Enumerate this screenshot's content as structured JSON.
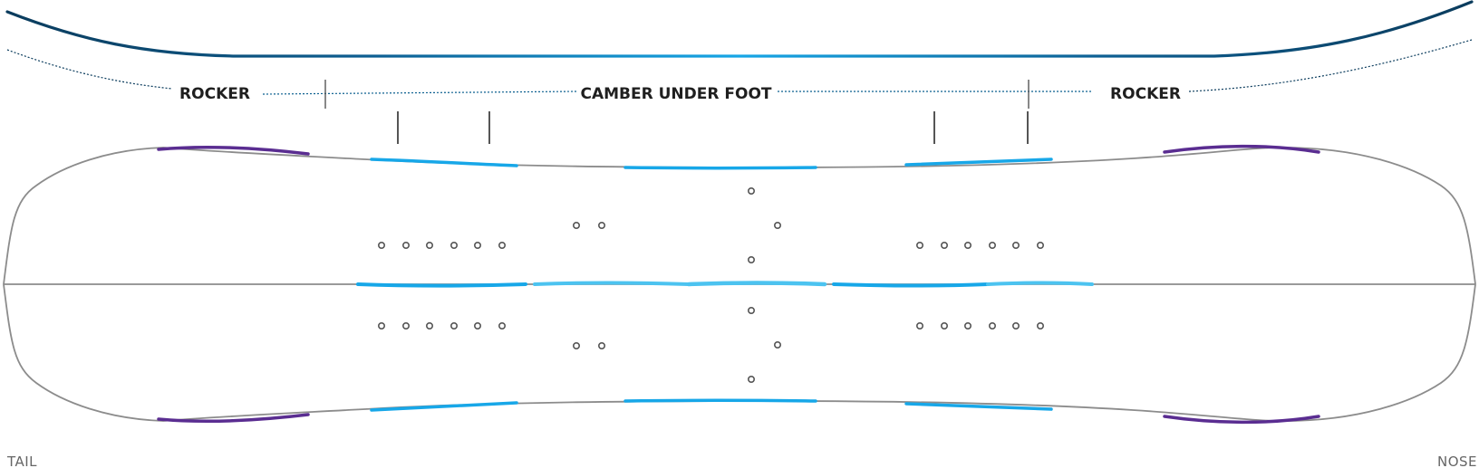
{
  "labels": {
    "rocker_left": "ROCKER",
    "camber": "CAMBER UNDER FOOT",
    "rocker_right": "ROCKER",
    "tail": "TAIL",
    "nose": "NOSE"
  },
  "colors": {
    "profile_dark": "#0b3c5d",
    "profile_blue": "#0f8fd6",
    "accent_blue": "#17a7e8",
    "accent_light_blue": "#4cc3f0",
    "accent_purple": "#5a2d91",
    "outline": "#8c8c8c",
    "insert_stroke": "#555555",
    "label_dark": "#1f1f1f",
    "label_grey": "#666666"
  },
  "diagram": {
    "profile_zones": [
      "rocker",
      "camber under foot",
      "rocker"
    ],
    "insert_pattern": "4x4 and channel-style inserts",
    "insert_row_count_per_side": 6
  }
}
